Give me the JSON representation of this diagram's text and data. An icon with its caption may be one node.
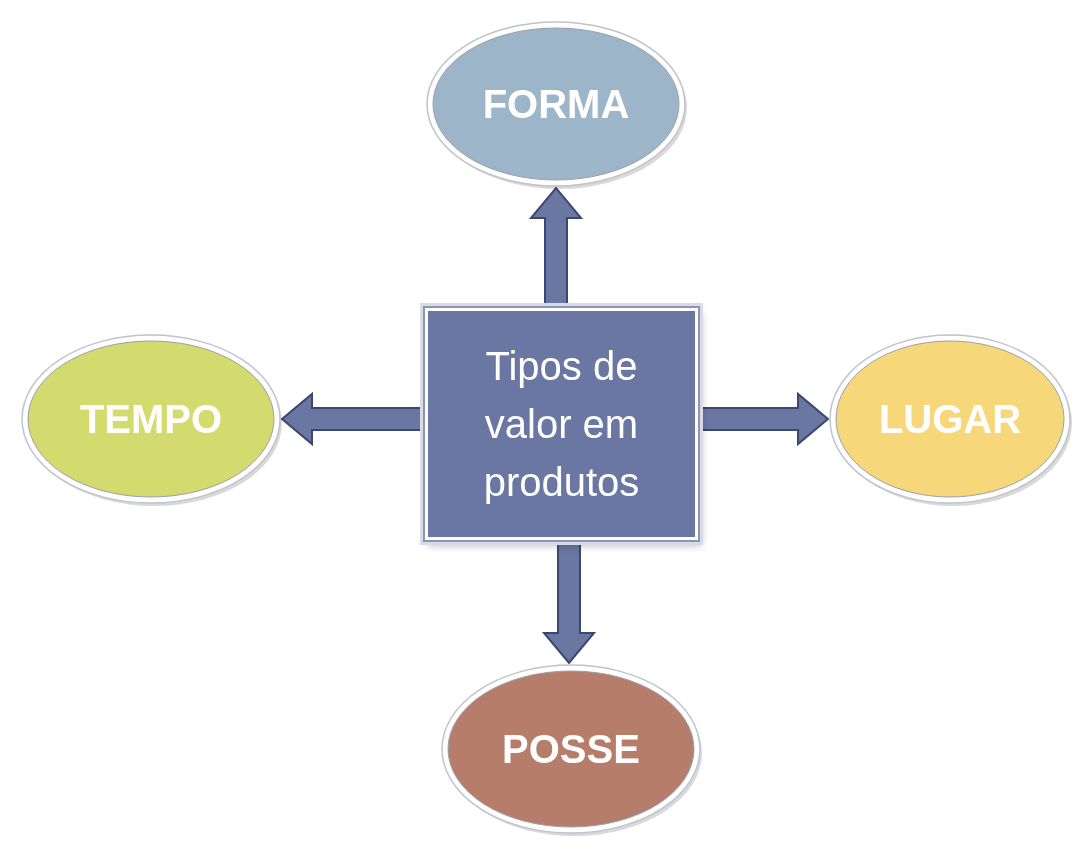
{
  "diagram": {
    "nodes": [
      {
        "text": [
          "Tipos de valor em produtos"
        ]
      },
      {
        "text": [
          "FORMA"
        ]
      },
      {
        "text": [
          "TEMPO"
        ]
      },
      {
        "text": [
          "LUGAR"
        ]
      },
      {
        "text": [
          "POSSE"
        ]
      }
    ],
    "edges": [
      {
        "from": 0,
        "to": 1,
        "arrow": "to"
      },
      {
        "from": 0,
        "to": 2,
        "arrow": "to"
      },
      {
        "from": 0,
        "to": 3,
        "arrow": "to"
      },
      {
        "from": 0,
        "to": 4,
        "arrow": "to"
      }
    ]
  }
}
